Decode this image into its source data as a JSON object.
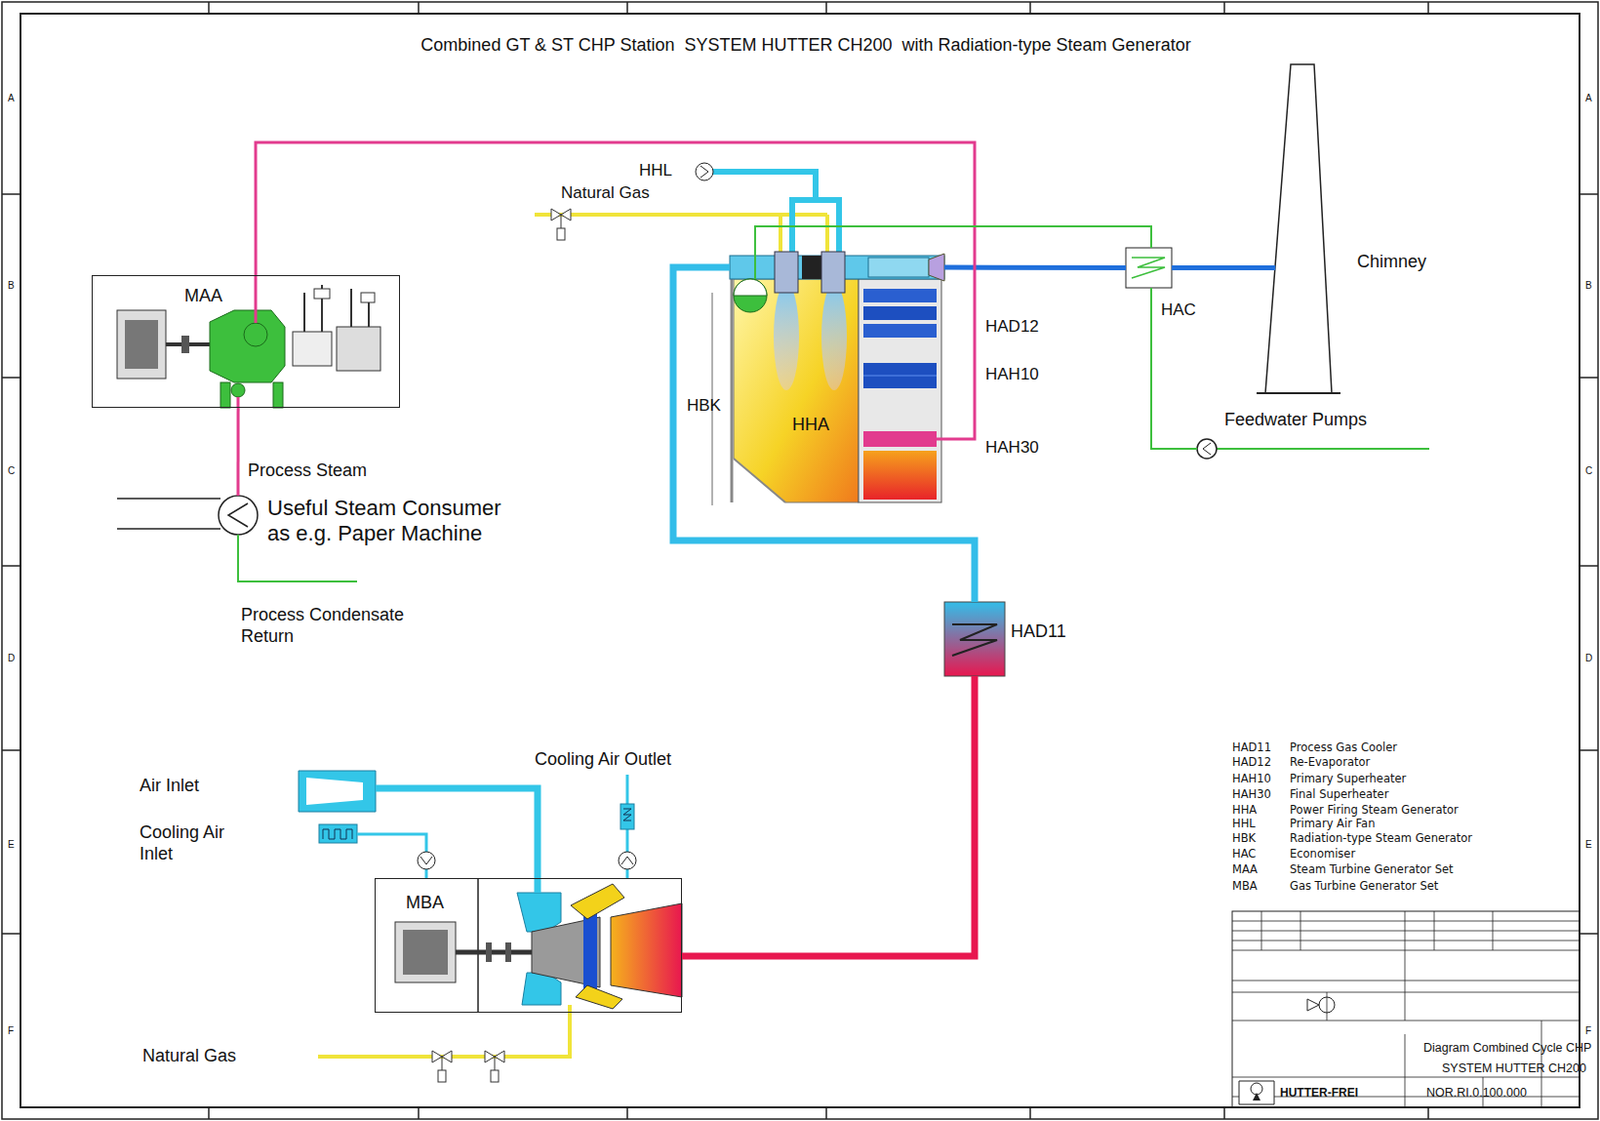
{
  "diagram": {
    "title": "Combined GT & ST CHP Station  SYSTEM HUTTER CH200  with Radiation-type Steam Generator",
    "nodes": [
      {
        "text": [
          "MAA"
        ]
      },
      {
        "text": [
          "HHA"
        ]
      },
      {
        "text": [
          "HAD11"
        ]
      },
      {
        "text": [
          "HAC"
        ]
      },
      {
        "text": [
          "Chimney"
        ]
      },
      {
        "text": [
          "MBA"
        ]
      },
      {
        "text": [
          "Useful Steam Consumer as e.g. Paper Machine"
        ]
      },
      {
        "text": [
          "Feedwater Pumps"
        ]
      }
    ],
    "edges": [
      {
        "from": 5,
        "to": 2,
        "arrow": "none"
      },
      {
        "from": 2,
        "to": 1,
        "arrow": "none"
      },
      {
        "from": 1,
        "to": 3,
        "arrow": "none"
      },
      {
        "from": 3,
        "to": 4,
        "arrow": "none"
      },
      {
        "from": 1,
        "to": 0,
        "arrow": "none"
      },
      {
        "from": 0,
        "to": 6,
        "arrow": "none"
      },
      {
        "from": 7,
        "to": 3,
        "arrow": "none"
      },
      {
        "from": 3,
        "to": 1,
        "arrow": "none"
      }
    ],
    "labels": [
      "HHL",
      "Natural Gas",
      "HBK",
      "HAD12",
      "HAH10",
      "HAH30",
      "Process Steam",
      "Process Condensate Return",
      "Air Inlet",
      "Cooling Air Inlet",
      "Cooling Air Outlet",
      "Natural Gas",
      "HAD11",
      "Process Gas Cooler",
      "HAD12",
      "Re-Evaporator",
      "HAH10",
      "Primary Superheater",
      "HAH30",
      "Final Superheater",
      "HHA",
      "Power Firing Steam Generator",
      "HHL",
      "Primary Air Fan",
      "HBK",
      "Radiation-type Steam Generator",
      "HAC",
      "Economiser",
      "MAA",
      "Steam Turbine Generator Set",
      "MBA",
      "Gas Turbine Generator Set",
      "Diagram Combined Cycle CHP",
      "SYSTEM HUTTER CH200",
      "NOR.RI.0.100.000",
      "HUTTER-FREI",
      "A",
      "B",
      "C",
      "D",
      "E",
      "F",
      "A",
      "B",
      "C",
      "D",
      "E",
      "F"
    ]
  }
}
